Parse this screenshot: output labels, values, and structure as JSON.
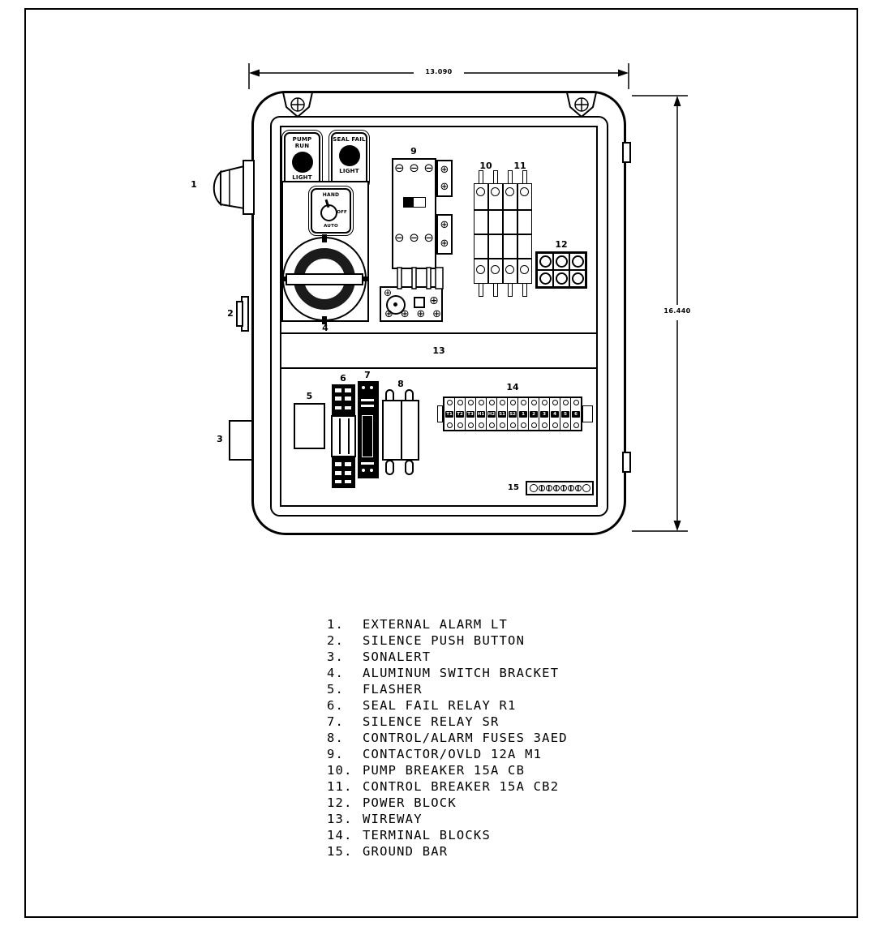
{
  "dimensions": {
    "width": "13.090",
    "height": "16.440"
  },
  "panel": {
    "pump_run": {
      "title": "PUMP RUN",
      "caption": "LIGHT"
    },
    "seal_fail": {
      "title": "SEAL FAIL",
      "caption": "LIGHT"
    },
    "hoa": {
      "top": "HAND",
      "right": "OFF",
      "bottom": "AUTO"
    }
  },
  "callouts": {
    "c1": "1",
    "c2": "2",
    "c3": "3",
    "c4": "4",
    "c5": "5",
    "c6": "6",
    "c7": "7",
    "c8": "8",
    "c9": "9",
    "c10": "10",
    "c11": "11",
    "c12": "12",
    "c13": "13",
    "c14": "14",
    "c15": "15"
  },
  "terminals": [
    "T1",
    "T2",
    "T3",
    "H1",
    "H2",
    "S1",
    "S2",
    "1",
    "2",
    "3",
    "4",
    "5",
    "6"
  ],
  "legend": [
    {
      "num": "1.",
      "label": "EXTERNAL ALARM LT"
    },
    {
      "num": "2.",
      "label": "SILENCE PUSH BUTTON"
    },
    {
      "num": "3.",
      "label": "SONALERT"
    },
    {
      "num": "4.",
      "label": "ALUMINUM SWITCH BRACKET"
    },
    {
      "num": "5.",
      "label": "FLASHER"
    },
    {
      "num": "6.",
      "label": "SEAL FAIL RELAY R1"
    },
    {
      "num": "7.",
      "label": "SILENCE RELAY SR"
    },
    {
      "num": "8.",
      "label": "CONTROL/ALARM FUSES 3AED"
    },
    {
      "num": "9.",
      "label": "CONTACTOR/OVLD 12A M1"
    },
    {
      "num": "10.",
      "label": "PUMP BREAKER 15A CB"
    },
    {
      "num": "11.",
      "label": "CONTROL BREAKER 15A CB2"
    },
    {
      "num": "12.",
      "label": "POWER BLOCK"
    },
    {
      "num": "13.",
      "label": "WIREWAY"
    },
    {
      "num": "14.",
      "label": "TERMINAL BLOCKS"
    },
    {
      "num": "15.",
      "label": "GROUND BAR"
    }
  ]
}
